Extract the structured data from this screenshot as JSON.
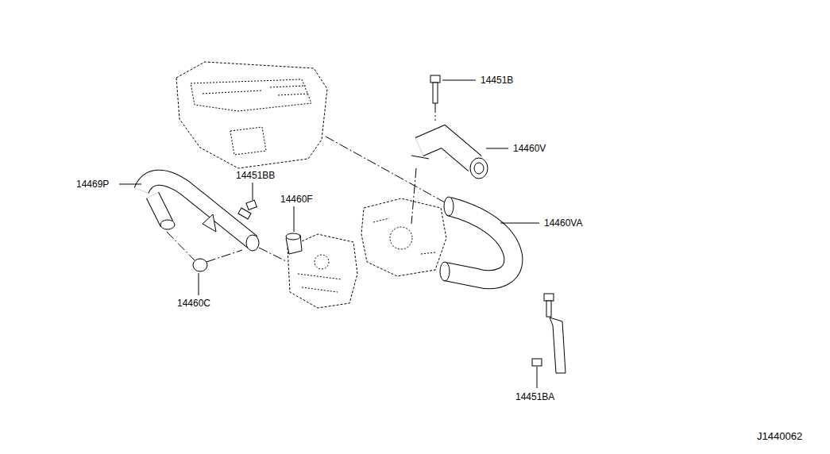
{
  "diagram": {
    "labels": [
      "14451B",
      "14460V",
      "14469P",
      "14451BB",
      "14460F",
      "14460VA",
      "14460C",
      "14451BA",
      "J1440062"
    ]
  }
}
